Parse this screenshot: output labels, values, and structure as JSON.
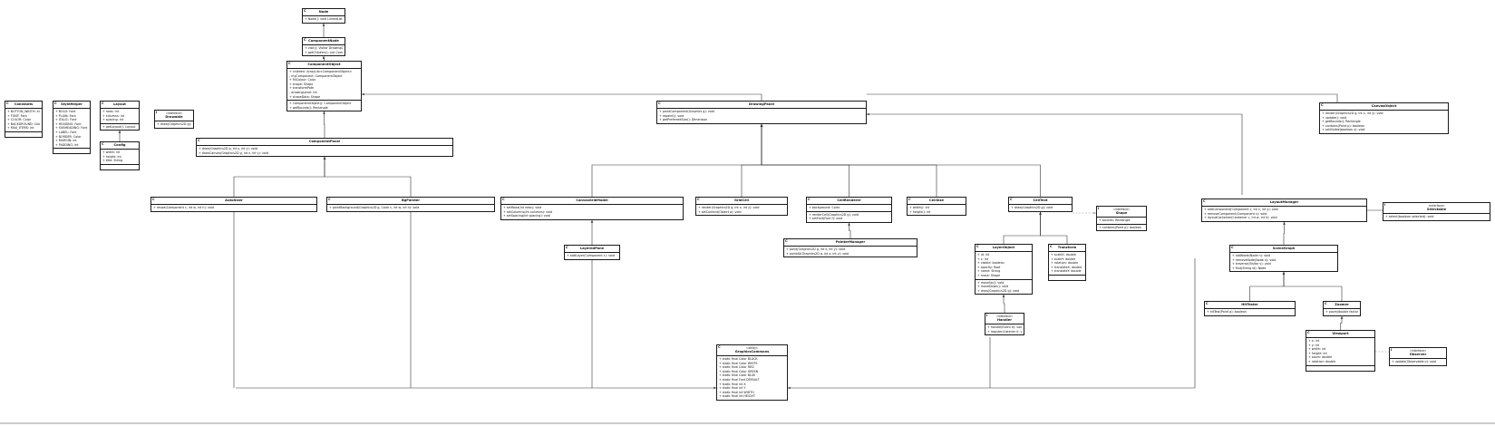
{
  "diagram": {
    "classes": [
      {
        "id": "c-node",
        "icon": "C",
        "name": "Node",
        "attributes": [],
        "methods": [
          "+ Node(): void LinkedListNode@Epsilon"
        ]
      },
      {
        "id": "c-component",
        "icon": "C",
        "name": "ComponentNode",
        "attributes": [],
        "methods": [
          "+ visit(): Visitor DrawingDisplay",
          "+ getChildren(): List ComponentNode"
        ]
      },
      {
        "id": "c-componentobject",
        "icon": "C",
        "name": "ComponentObject",
        "attributes": [
          "+ children: ArrayList<ComponentObject>",
          "- myComponent: ComponentObject",
          "+ fillColour: Color",
          "+ shape: Shape",
          "+ transformPath",
          "- drawingLevel: Int",
          "+ shapeData: Shape"
        ],
        "methods": [
          "+ ComponentObject(): ComponentObject",
          "+ getBounds(): Rectangle"
        ]
      },
      {
        "id": "c-componentpanel",
        "icon": "C",
        "name": "ComponentPanel",
        "attributes": [],
        "methods": [
          "+ draw(Graphics2D g, int x, int y): void",
          "+ drawCanvas(Graphics2D g, int x, int y): void"
        ]
      },
      {
        "id": "c-constants",
        "icon": "C",
        "name": "Constants",
        "attributes": [
          "+ BUTTON_WIDTH: int",
          "+ FONT: Font",
          "+ COLOR: Color",
          "+ BACKGROUND: Color",
          "+ MAX_ITEMS: int"
        ],
        "methods": []
      },
      {
        "id": "c-stylehelper",
        "icon": "C",
        "name": "StyleHelper",
        "attributes": [
          "+ BOLD: Font",
          "+ PLAIN: Font",
          "+ ITALIC: Font",
          "+ HEADING: Font",
          "+ SUBHEADING: Font",
          "+ LABEL: Font",
          "+ BORDER: Color",
          "+ MARGIN: int",
          "+ PADDING: int"
        ],
        "methods": []
      },
      {
        "id": "c-layout",
        "icon": "C",
        "name": "Layout",
        "attributes": [
          "+ rows: int",
          "+ columns: int",
          "+ spacing: int"
        ],
        "methods": [
          "+ getLayout(): Layout"
        ]
      },
      {
        "id": "c-drawable-if",
        "icon": "I",
        "name": "Drawable",
        "stereotype": "«interface»",
        "attributes": [],
        "methods": [
          "+ draw(Graphics2D g): void"
        ]
      },
      {
        "id": "c-config",
        "icon": "C",
        "name": "Config",
        "attributes": [
          "+ width: int",
          "+ height: int",
          "+ title: String"
        ],
        "methods": []
      },
      {
        "id": "c-drawingpanel",
        "icon": "C",
        "name": "DrawingPanel",
        "attributes": [],
        "methods": [
          "+ paintComponent(Graphics g): void",
          "+ repaint(): void",
          "+ getPreferredSize(): Dimension"
        ]
      },
      {
        "id": "c-autosizer",
        "icon": "C",
        "name": "AutoSizer",
        "attributes": [],
        "methods": [
          "+ resize(Component c, int w, int h): void"
        ]
      },
      {
        "id": "c-bgpainter",
        "icon": "C",
        "name": "BgPainter",
        "attributes": [],
        "methods": [
          "+ paintBackground(Graphics2D g, Color c, int w, int h): void"
        ]
      },
      {
        "id": "c-canvasobject",
        "icon": "C",
        "name": "CanvasObject",
        "attributes": [],
        "methods": [
          "+ render(Graphics2D g, int x, int y): void",
          "+ update(): void",
          "+ getBounds(): Rectangle",
          "+ contains(Point p): boolean",
          "+ setVisible(boolean v): void"
        ]
      },
      {
        "id": "c-canvasgrid",
        "icon": "C",
        "name": "CanvasGridModel",
        "attributes": [],
        "methods": [
          "+ setRows(int rows): void",
          "+ setColumns(int columns): void",
          "+ setSpacing(int spacing): void"
        ]
      },
      {
        "id": "c-gridcell",
        "icon": "C",
        "name": "GridCell",
        "attributes": [],
        "methods": [
          "+ render(Graphics2D g, int x, int y): void",
          "+ setContent(Object o): void"
        ]
      },
      {
        "id": "c-cellrenderer",
        "icon": "C",
        "name": "CellRenderer",
        "attributes": [
          "+ background: Color"
        ],
        "methods": [
          "+ renderCell(Graphics2D g): void",
          "+ setFont(Font f): void"
        ]
      },
      {
        "id": "c-cellsize",
        "icon": "C",
        "name": "CellSize",
        "attributes": [],
        "methods": [
          "+ width(): int",
          "+ height(): int"
        ]
      },
      {
        "id": "c-celltext",
        "icon": "C",
        "name": "CellText",
        "attributes": [],
        "methods": [
          "+ draw(Graphics2D g): void"
        ]
      },
      {
        "id": "c-layoutmgr",
        "icon": "C",
        "name": "LayoutManager",
        "attributes": [],
        "methods": [
          "+ addComponent(Component c, int x, int y): void",
          "+ removeComponent(Component c): void",
          "+ layoutContainer(Container c, int w, int h): void"
        ]
      },
      {
        "id": "c-layered",
        "icon": "C",
        "name": "LayeredPane",
        "attributes": [],
        "methods": [
          "+ addLayer(Component c): void"
        ]
      },
      {
        "id": "c-layerobj",
        "icon": "C",
        "name": "LayerObject",
        "attributes": [
          "+ id: int",
          "+ z: int",
          "+ visible: boolean",
          "+ opacity: float",
          "+ name: String",
          "+ mask: Shape"
        ],
        "methods": [
          "+ moveUp(): void",
          "+ moveDown(): void",
          "+ draw(Graphics2D g): void"
        ]
      },
      {
        "id": "c-transform",
        "icon": "C",
        "name": "Transform",
        "attributes": [
          "+ scaleX: double",
          "+ scaleY: double",
          "+ rotation: double",
          "+ translateX: double",
          "+ translateY: double"
        ],
        "methods": []
      },
      {
        "id": "c-shape-if",
        "icon": "I",
        "name": "Shape",
        "stereotype": "«interface»",
        "attributes": [
          "+ bounds: Rectangle"
        ],
        "methods": [
          "+ contains(Point p): boolean"
        ]
      },
      {
        "id": "c-selectable-if",
        "icon": "I",
        "name": "Selectable",
        "stereotype": "«interface»",
        "attributes": [],
        "methods": [
          "+ select(boolean selected): void"
        ]
      },
      {
        "id": "c-painter",
        "icon": "C",
        "name": "PainterManager",
        "attributes": [],
        "methods": [
          "+ paint(Graphics2D g, int x, int y): void",
          "+ paintAll(Graphics2D g, int x, int y): void"
        ]
      },
      {
        "id": "c-scene",
        "icon": "C",
        "name": "SceneGraph",
        "attributes": [],
        "methods": [
          "+ addNode(Node n): void",
          "+ removeNode(Node n): void",
          "+ traverse(Visitor v): void",
          "+ find(String id): Node"
        ]
      },
      {
        "id": "c-hittest",
        "icon": "C",
        "name": "HitTester",
        "attributes": [],
        "methods": [
          "+ hitTest(Point p): boolean"
        ]
      },
      {
        "id": "c-zoomer",
        "icon": "C",
        "name": "Zoomer",
        "attributes": [],
        "methods": [
          "+ zoom(double factor): void"
        ]
      },
      {
        "id": "c-viewport",
        "icon": "C",
        "name": "Viewport",
        "attributes": [
          "+ x: int",
          "+ y: int",
          "+ width: int",
          "+ height: int",
          "+ zoom: double",
          "+ rotation: double"
        ],
        "methods": []
      },
      {
        "id": "c-observer-if",
        "icon": "I",
        "name": "Observer",
        "stereotype": "«interface»",
        "attributes": [],
        "methods": [
          "+ update(Observable o): void"
        ]
      },
      {
        "id": "c-graphics",
        "icon": "C",
        "name": "GraphicsCommons",
        "stereotype": "«utility»",
        "attributes": [],
        "methods": [
          "+ static final Color BLACK",
          "+ static final Color WHITE",
          "+ static final Color RED",
          "+ static final Color GREEN",
          "+ static final Color BLUE",
          "+ static final Font DEFAULT",
          "+ static final int X",
          "+ static final int Y",
          "+ static final int WIDTH",
          "+ static final int HEIGHT"
        ]
      },
      {
        "id": "c-handler-if",
        "icon": "I",
        "name": "Handler",
        "stereotype": "«interface»",
        "attributes": [],
        "methods": [
          "+ handle(Event e): void",
          "+ register(Listener l): void"
        ]
      }
    ]
  }
}
